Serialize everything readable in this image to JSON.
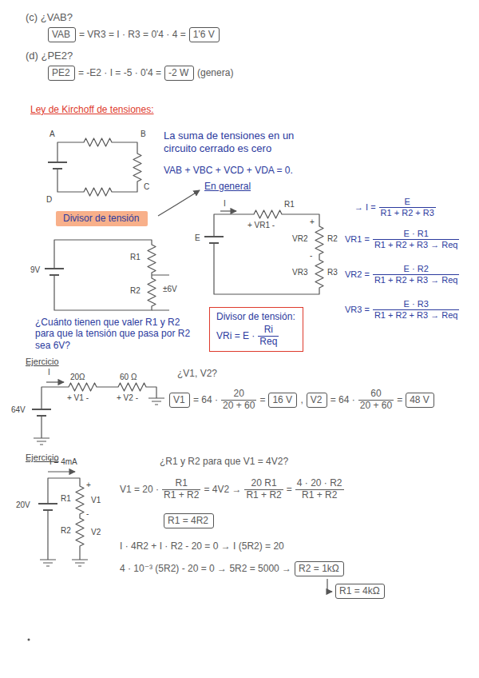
{
  "diagram": {
    "nodes": [
      {
        "text": [
          "VAB"
        ]
      },
      {
        "text": [
          "1'6 V"
        ]
      },
      {
        "text": [
          "PE2"
        ]
      },
      {
        "text": [
          "-2 W"
        ]
      },
      {
        "text": [
          "Divisor de tensión"
        ]
      },
      {
        "text": [
          "Divisor de tensión:",
          "VRi = E ·",
          "Ri",
          "Req"
        ]
      },
      {
        "text": [
          "V1"
        ]
      },
      {
        "text": [
          "16 V"
        ]
      },
      {
        "text": [
          "V2"
        ]
      },
      {
        "text": [
          "48 V"
        ]
      },
      {
        "text": [
          "R1 = 4R2"
        ]
      },
      {
        "text": [
          "R2 = 1kΩ"
        ]
      },
      {
        "text": [
          "R1 = 4kΩ"
        ]
      }
    ],
    "labels": [
      "(c) ¿VAB?",
      "= VR3 = I · R3 = 0'4 · 4 =",
      "(d) ¿PE2?",
      "= -E2 · I = -5 · 0'4 =",
      "(genera)",
      "Ley de Kirchoff de tensiones:",
      "A",
      "B",
      "C",
      "D",
      "La suma de tensiones en un circuito cerrado es cero",
      "VAB + VBC + VCD + VDA = 0.",
      "En general",
      "I",
      "R1",
      "+ VR1 -",
      "E",
      "VR2",
      "R2",
      "VR3",
      "R3",
      "+",
      "-",
      "→ I =",
      "E",
      "R1 + R2 + R3",
      "VR1 =",
      "E · R1",
      "R1 + R2 + R3 → Req",
      "VR2 =",
      "E · R2",
      "R1 + R2 + R3 → Req",
      "VR3 =",
      "E · R3",
      "R1 + R2 + R3 → Req",
      "9V",
      "R1",
      "R2",
      "±6V",
      "¿Cuánto tienen que valer R1 y R2 para que la tensión que pasa por R2 sea 6V?",
      "Ejercicio",
      "I",
      "20Ω",
      "60 Ω",
      "+ V1 -",
      "+ V2 -",
      "64V",
      "¿V1, V2?",
      "= 64 ·",
      "20",
      "20 + 60",
      "=",
      ",",
      "= 64 ·",
      "60",
      "20 + 60",
      "=",
      "Ejercicio",
      "I = 4mA",
      "R1",
      "R2",
      "V1",
      "V2",
      "20V",
      "¿R1 y R2 para que V1 = 4V2?",
      "V1 = 20 ·",
      "R1",
      "R1 + R2",
      "= 4V2 →",
      "20 R1",
      "R1 + R2",
      "=",
      "4 · 20 · R2",
      "R1 + R2",
      "I · 4R2 + I · R2 - 20 = 0 → I (5R2) = 20",
      "4 · 10⁻³ (5R2) - 20 = 0 → 5R2 = 5000 →",
      "+",
      "-"
    ]
  }
}
